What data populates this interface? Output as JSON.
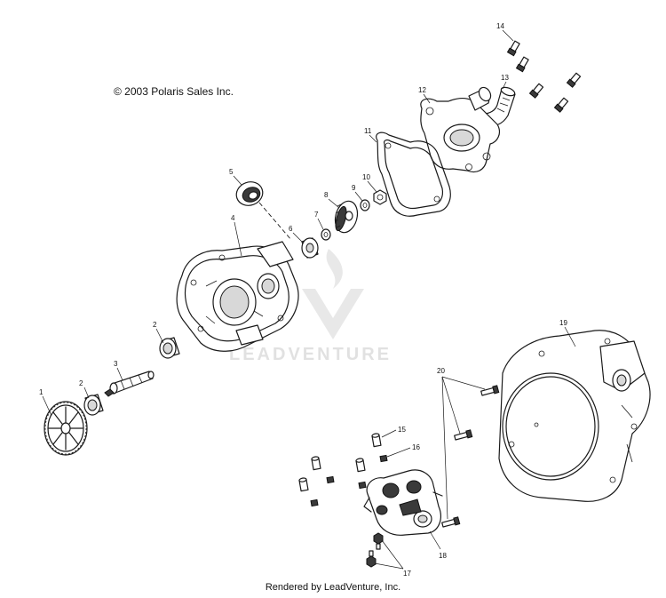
{
  "copyright": "© 2003 Polaris Sales Inc.",
  "footer": "Rendered by LeadVenture, Inc.",
  "watermark": "LEADVENTURE",
  "callouts": [
    "1",
    "2",
    "2",
    "3",
    "4",
    "5",
    "6",
    "7",
    "8",
    "9",
    "10",
    "11",
    "12",
    "13",
    "14",
    "15",
    "16",
    "17",
    "18",
    "19",
    "20"
  ],
  "icons": {
    "watermark": "flame-v-logo-icon"
  },
  "colors": {
    "line": "#1a1a1a",
    "watermark": "#c9c9c9"
  }
}
